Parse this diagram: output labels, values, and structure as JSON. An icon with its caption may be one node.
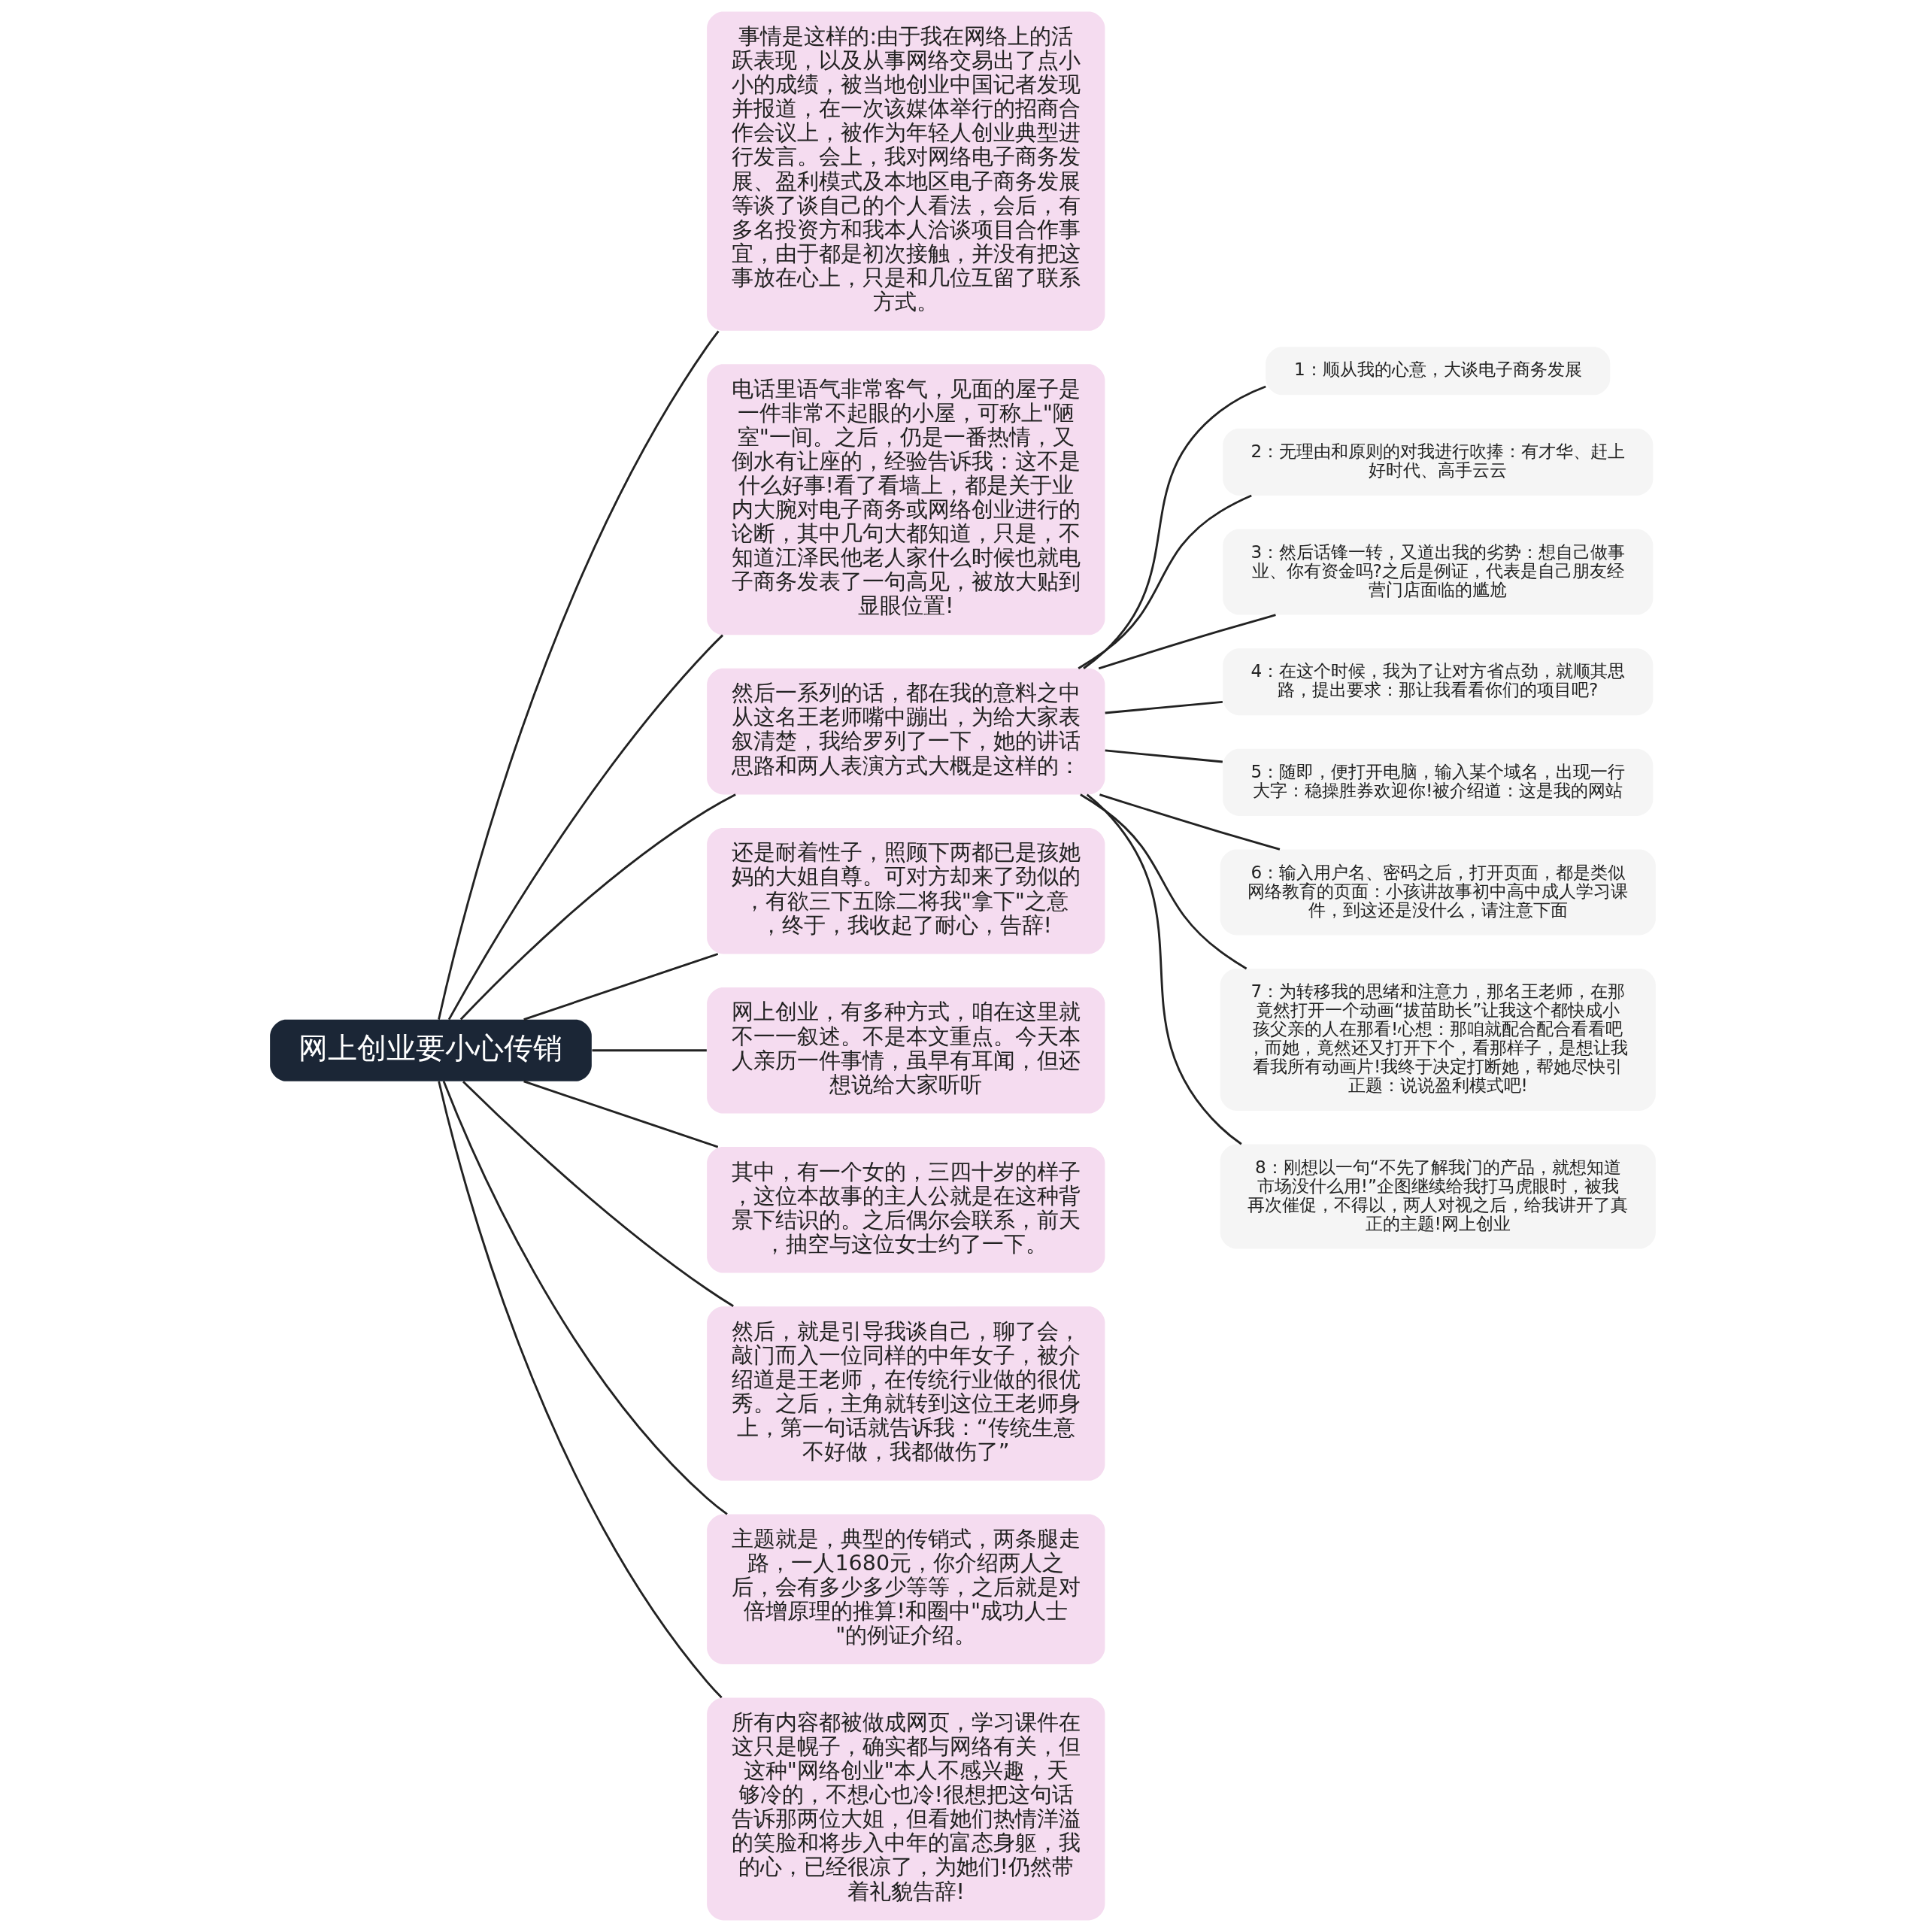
{
  "diagram": {
    "nodes": [
      {
        "text": [
          "网上创业要小心传销"
        ]
      },
      {
        "text": [
          "事情是这样的:由于我在网络上的活跃表现，以及从事网络交易出了点小小的成绩，被当地创业中国记者发现并报道，在一次该媒体举行的招商合作会议上，被作为年轻人创业典型进行发言。会上，我对网络电子商务发展、盈利模式及本地区电子商务发展等谈了谈自己的个人看法，会后，有多名投资方和我本人洽谈项目合作事宜，由于都是初次接触，并没有把这事放在心上，只是和几位互留了联系方式。"
        ]
      },
      {
        "text": [
          "电话里语气非常客气，见面的屋子是一件非常不起眼的小屋，可称上\"陋室\"一间。之后，仍是一番热情，又倒水有让座的，经验告诉我：这不是什么好事!看了看墙上，都是关于业内大腕对电子商务或网络创业进行的论断，其中几句大都知道，只是，不知道江泽民他老人家什么时候也就电子商务发表了一句高见，被放大贴到显眼位置!"
        ]
      },
      {
        "text": [
          "然后一系列的话，都在我的意料之中从这名王老师嘴中蹦出，为给大家表叙清楚，我给罗列了一下，她的讲话思路和两人表演方式大概是这样的："
        ]
      },
      {
        "text": [
          "1：顺从我的心意，大谈电子商务发展"
        ]
      },
      {
        "text": [
          "2：无理由和原则的对我进行吹捧：有才华、赶上好时代、高手云云"
        ]
      },
      {
        "text": [
          "3：然后话锋一转，又道出我的劣势：想自己做事业、你有资金吗?之后是例证，代表是自己朋友经营门店面临的尴尬"
        ]
      },
      {
        "text": [
          "4：在这个时候，我为了让对方省点劲，就顺其思路，提出要求：那让我看看你们的项目吧?"
        ]
      },
      {
        "text": [
          "5：随即，便打开电脑，输入某个域名，出现一行大字：稳操胜券欢迎你!被介绍道：这是我的网站"
        ]
      },
      {
        "text": [
          "6：输入用户名、密码之后，打开页面，都是类似网络教育的页面：小孩讲故事初中高中成人学习课件，到这还是没什么，请注意下面"
        ]
      },
      {
        "text": [
          "7：为转移我的思绪和注意力，那名王老师，在那竟然打开一个动画“拔苗助长”让我这个都快成小孩父亲的人在那看!心想：那咱就配合配合看看吧，而她，竟然还又打开下个，看那样子，是想让我看我所有动画片!我终于决定打断她，帮她尽快引正题：说说盈利模式吧!"
        ]
      },
      {
        "text": [
          "8：刚想以一句“不先了解我门的产品，就想知道市场没什么用!”企图继续给我打马虎眼时，被我再次催促，不得以，两人对视之后，给我讲开了真正的主题!网上创业"
        ]
      },
      {
        "text": [
          "还是耐着性子，照顾下两都已是孩她妈的大姐自尊。可对方却来了劲似的，有欲三下五除二将我\"拿下\"之意，终于，我收起了耐心，告辞!"
        ]
      },
      {
        "text": [
          "网上创业，有多种方式，咱在这里就不一一叙述。不是本文重点。今天本人亲历一件事情，虽早有耳闻，但还想说给大家听听"
        ]
      },
      {
        "text": [
          "其中，有一个女的，三四十岁的样子，这位本故事的主人公就是在这种背景下结识的。之后偶尔会联系，前天，抽空与这位女士约了一下。"
        ]
      },
      {
        "text": [
          "然后，就是引导我谈自己，聊了会，敲门而入一位同样的中年女子，被介绍道是王老师，在传统行业做的很优秀。之后，主角就转到这位王老师身上，第一句话就告诉我：“传统生意不好做，我都做伤了”"
        ]
      },
      {
        "text": [
          "主题就是，典型的传销式，两条腿走路，一人1680元，你介绍两人之后，会有多少多少等等，之后就是对倍增原理的推算!和圈中\"成功人士\"的例证介绍。"
        ]
      },
      {
        "text": [
          "所有内容都被做成网页，学习课件在这只是幌子，确实都与网络有关，但这种\"网络创业\"本人不感兴趣，天够冷的，不想心也冷!很想把这句话告诉那两位大姐，但看她们热情洋溢的笑脸和将步入中年的富态身躯，我的心，已经很凉了，为她们!仍然带着礼貌告辞!"
        ]
      }
    ],
    "edges": [
      {
        "from": 0,
        "to": 1,
        "arrow": "none"
      },
      {
        "from": 0,
        "to": 2,
        "arrow": "none"
      },
      {
        "from": 0,
        "to": 3,
        "arrow": "none"
      },
      {
        "from": 3,
        "to": 4,
        "arrow": "none"
      },
      {
        "from": 3,
        "to": 5,
        "arrow": "none"
      },
      {
        "from": 3,
        "to": 6,
        "arrow": "none"
      },
      {
        "from": 3,
        "to": 7,
        "arrow": "none"
      },
      {
        "from": 3,
        "to": 8,
        "arrow": "none"
      },
      {
        "from": 3,
        "to": 9,
        "arrow": "none"
      },
      {
        "from": 3,
        "to": 10,
        "arrow": "none"
      },
      {
        "from": 3,
        "to": 11,
        "arrow": "none"
      },
      {
        "from": 0,
        "to": 12,
        "arrow": "none"
      },
      {
        "from": 0,
        "to": 13,
        "arrow": "none"
      },
      {
        "from": 0,
        "to": 14,
        "arrow": "none"
      },
      {
        "from": 0,
        "to": 15,
        "arrow": "none"
      },
      {
        "from": 0,
        "to": 16,
        "arrow": "none"
      },
      {
        "from": 0,
        "to": 17,
        "arrow": "none"
      }
    ]
  }
}
